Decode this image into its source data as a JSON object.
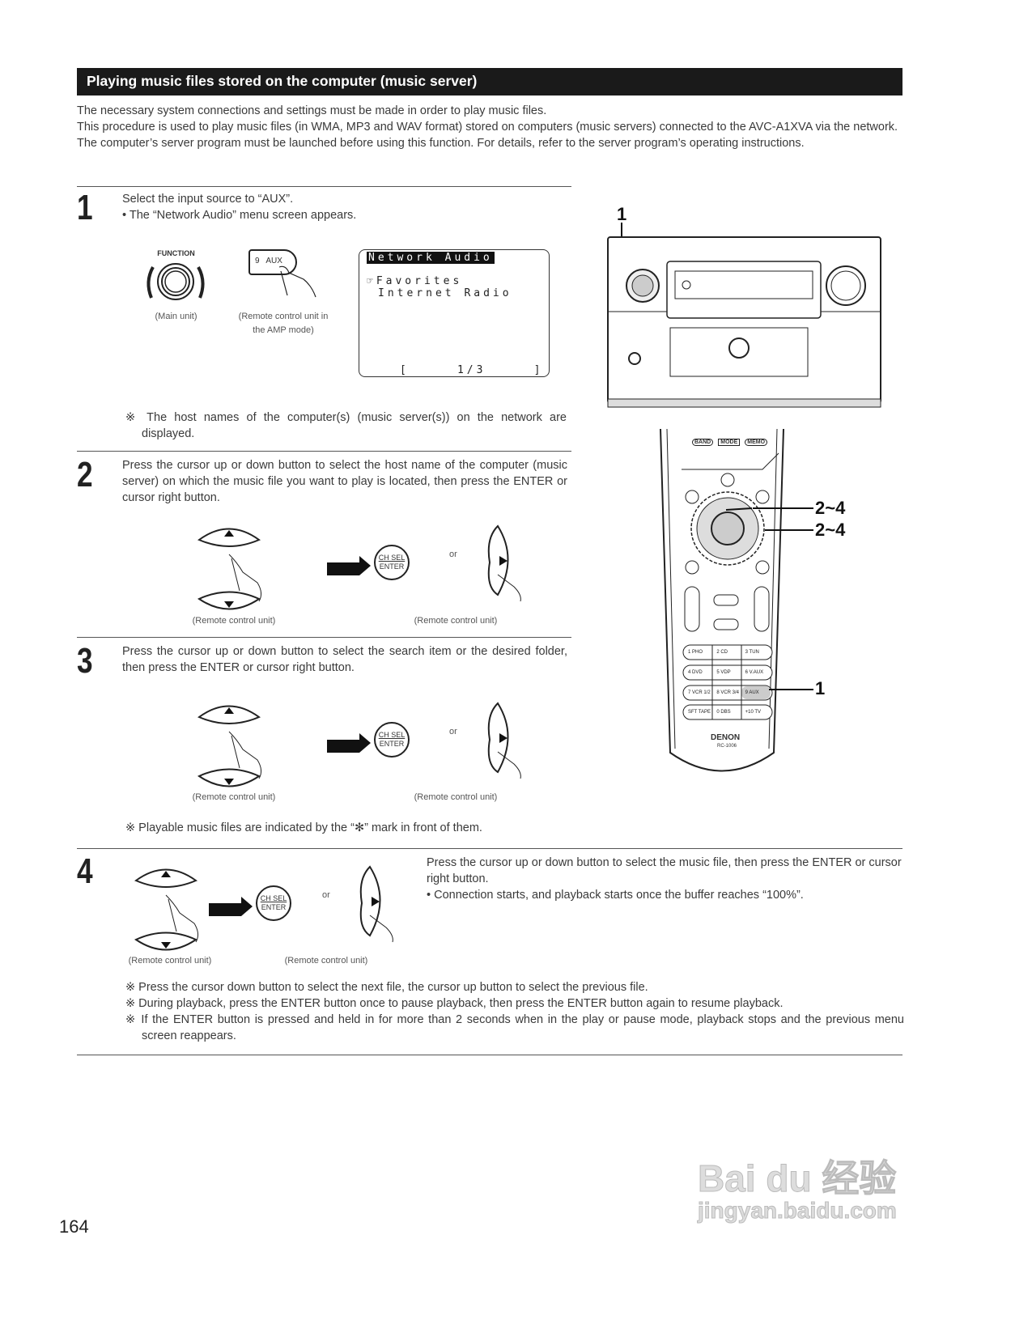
{
  "header": {
    "title": "Playing music files stored on the computer (music server)"
  },
  "intro": [
    "The necessary system connections and settings must be made in order to play music files.",
    "This procedure is used to play music files (in WMA, MP3 and WAV format) stored on computers (music servers) connected to the AVC-A1XVA via the network.",
    "The computer’s server program must be launched before using this function. For details, refer to the server program’s operating instructions."
  ],
  "steps": [
    {
      "number": "1",
      "text": "Select the input source to “AUX”.",
      "bullet": "• The “Network Audio” menu screen appears.",
      "note": "※ The host names of the computer(s) (music server(s)) on the network are displayed.",
      "captions": {
        "main_unit": "(Main unit)",
        "remote": "(Remote control unit in the AMP mode)",
        "function_label": "FUNCTION",
        "aux_button": "9   AUX"
      },
      "screen": {
        "title": "Network Audio",
        "items": [
          "☞Favorites",
          "Internet Radio"
        ],
        "page": "[     1/3     ]"
      }
    },
    {
      "number": "2",
      "text": "Press the cursor up or down button to select the host name of the computer (music server) on which the music file you want to play is located, then press the ENTER or cursor right button.",
      "captions": [
        "(Remote control unit)",
        "(Remote control unit)"
      ],
      "or": "or"
    },
    {
      "number": "3",
      "text": "Press the cursor up or down button to select the search item or the desired folder, then press the ENTER or cursor right button.",
      "captions": [
        "(Remote control unit)",
        "(Remote control unit)"
      ],
      "or": "or",
      "note": "※ Playable music files are indicated by the “✻” mark in front of them."
    },
    {
      "number": "4",
      "text": "Press the cursor up or down button to select the music file, then press the ENTER or cursor right button.",
      "bullet": "• Connection starts, and playback starts once the buffer reaches “100%”.",
      "captions": [
        "(Remote control unit)",
        "(Remote control unit)"
      ],
      "or": "or",
      "notes": [
        "※ Press the cursor down button to select the next file, the cursor up button to select the previous file.",
        "※ During playback, press the ENTER button once to pause playback, then press the ENTER button again to resume playback.",
        "※ If the ENTER button is pressed and held in for more than 2 seconds when in the play or pause mode, playback stops and the previous menu screen reappears."
      ]
    }
  ],
  "enter_button": {
    "top": "CH SEL",
    "bottom": "ENTER"
  },
  "callouts": {
    "main_unit": "1",
    "remote_up": "2~4",
    "remote_right": "2~4",
    "remote_aux": "1"
  },
  "remote": {
    "brand": "DENON",
    "model": "RC-1006",
    "top_buttons": [
      "BAND",
      "MODE",
      "MEMO"
    ],
    "keys": [
      "1 PHO",
      "2 CD",
      "3 TUN",
      "4 DVD",
      "5 VDP",
      "6 V.AUX",
      "7 VCR 1/2",
      "8 VCR 3/4",
      "9 AUX",
      "SFT TAPE",
      "0 DBS",
      "+10 TV"
    ]
  },
  "page_number": "164",
  "watermark": {
    "text": "Bai du 经验",
    "url": "jingyan.baidu.com"
  }
}
